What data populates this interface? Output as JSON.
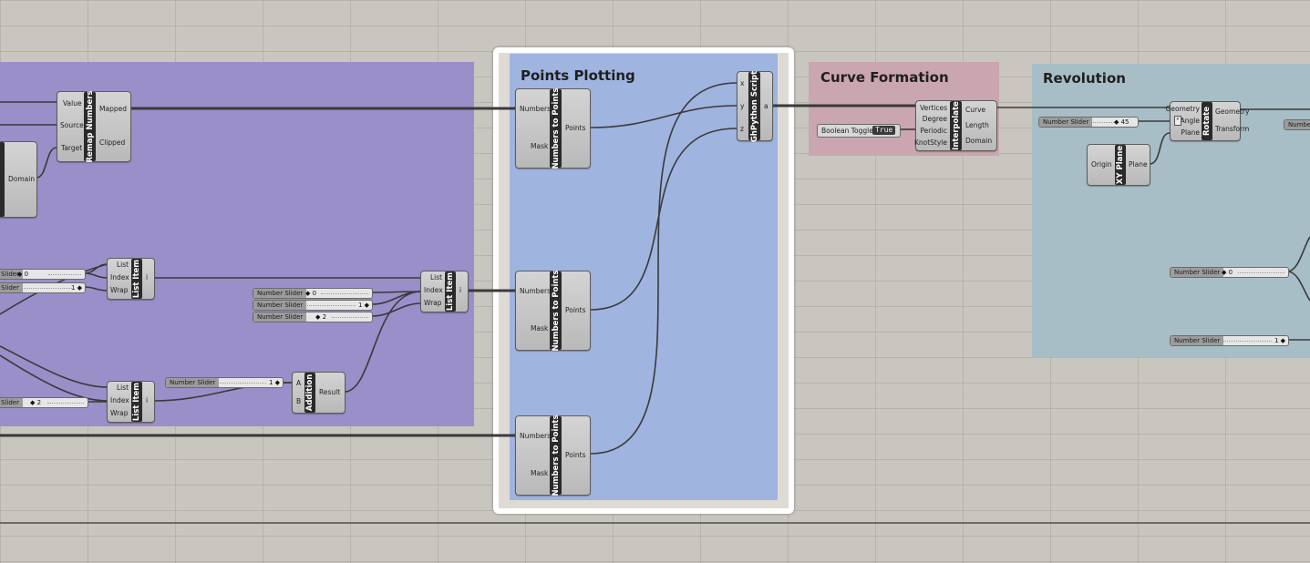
{
  "groups": {
    "purple": {
      "color": "#9a8fc9"
    },
    "points_plotting": {
      "title": "Points Plotting",
      "color": "#a0b4e0"
    },
    "curve_formation": {
      "title": "Curve Formation",
      "color": "#c9a6b0"
    },
    "revolution": {
      "title": "Revolution",
      "color": "#a8bec6"
    }
  },
  "components": {
    "remap": {
      "name": "Remap Numbers",
      "inputs": [
        "Value",
        "Source",
        "Target"
      ],
      "outputs": [
        "Mapped",
        "Clipped"
      ]
    },
    "domain_partial": {
      "output": "Domain"
    },
    "list_item_1": {
      "name": "List Item",
      "inputs": [
        "List",
        "Index",
        "Wrap"
      ],
      "output": "i"
    },
    "list_item_2": {
      "name": "List Item",
      "inputs": [
        "List",
        "Index",
        "Wrap"
      ],
      "output": "i"
    },
    "list_item_3": {
      "name": "List Item",
      "inputs": [
        "List",
        "Index",
        "Wrap"
      ],
      "output": "i"
    },
    "addition": {
      "name": "Addition",
      "inputs": [
        "A",
        "B"
      ],
      "output": "Result"
    },
    "ntp_1": {
      "name": "Numbers to Points",
      "inputs": [
        "Numbers",
        "Mask"
      ],
      "output": "Points"
    },
    "ntp_2": {
      "name": "Numbers to Points",
      "inputs": [
        "Numbers",
        "Mask"
      ],
      "output": "Points"
    },
    "ntp_3": {
      "name": "Numbers to Points",
      "inputs": [
        "Numbers",
        "Mask"
      ],
      "output": "Points"
    },
    "ghpython": {
      "name": "GhPython Script",
      "inputs": [
        "x",
        "y",
        "z"
      ],
      "output": "a"
    },
    "interpolate": {
      "name": "Interpolate",
      "inputs": [
        "Vertices",
        "Degree",
        "Periodic",
        "KnotStyle"
      ],
      "outputs": [
        "Curve",
        "Length",
        "Domain"
      ]
    },
    "rotate": {
      "name": "Rotate",
      "inputs": [
        "Geometry",
        "Angle",
        "Plane"
      ],
      "outputs": [
        "Geometry",
        "Transform"
      ],
      "angle_flag": "°"
    },
    "xy_plane": {
      "name": "XY Plane",
      "input": "Origin",
      "output": "Plane"
    }
  },
  "sliders": {
    "s_left_a": {
      "name": "Slider",
      "value": "◆ 0"
    },
    "s_left_b": {
      "name": "Slider",
      "value": "1 ◆"
    },
    "s_left_c": {
      "name": "Slider",
      "value": "◆ 2"
    },
    "s_mid_a": {
      "name": "Number Slider",
      "value": "◆ 0"
    },
    "s_mid_b": {
      "name": "Number Slider",
      "value": "1 ◆"
    },
    "s_mid_c": {
      "name": "Number Slider",
      "value": "◆ 2"
    },
    "s_add": {
      "name": "Number Slider",
      "value": "1 ◆"
    },
    "s_angle": {
      "name": "Number Slider",
      "value": "◆ 45"
    },
    "s_rev_a": {
      "name": "Number Slider",
      "value": "◆ 0"
    },
    "s_rev_b": {
      "name": "Number Slider",
      "value": "1 ◆"
    },
    "s_rev_right": {
      "name": "Number"
    }
  },
  "toggle": {
    "name": "Boolean Toggle",
    "value": "True"
  }
}
